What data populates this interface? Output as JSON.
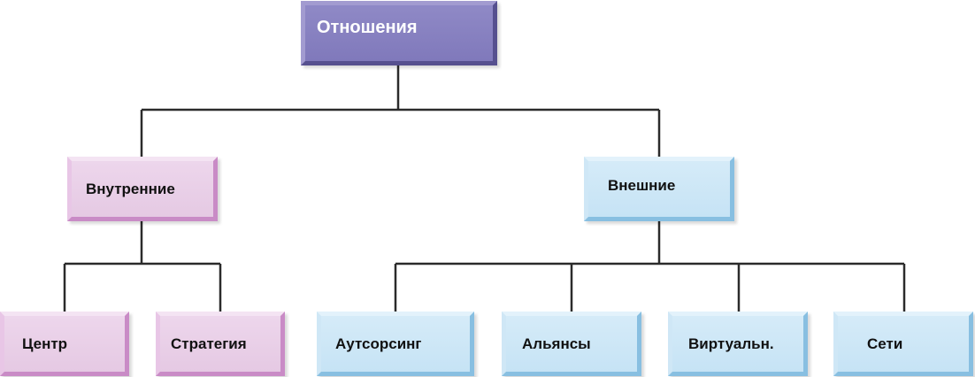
{
  "diagram": {
    "root": {
      "label": "Отношения"
    },
    "internal": {
      "label": "Внутренние",
      "children": [
        {
          "label": "Центр"
        },
        {
          "label": "Стратегия"
        }
      ]
    },
    "external": {
      "label": "Внешние",
      "children": [
        {
          "label": "Аутсорсинг"
        },
        {
          "label": "Альянсы"
        },
        {
          "label": "Виртуальн."
        },
        {
          "label": "Сети"
        }
      ]
    }
  },
  "colors": {
    "root_fill": "#8079bb",
    "internal_fill": "#e5c9e3",
    "external_fill": "#c6e3f5",
    "connector": "#2b2b2b"
  }
}
